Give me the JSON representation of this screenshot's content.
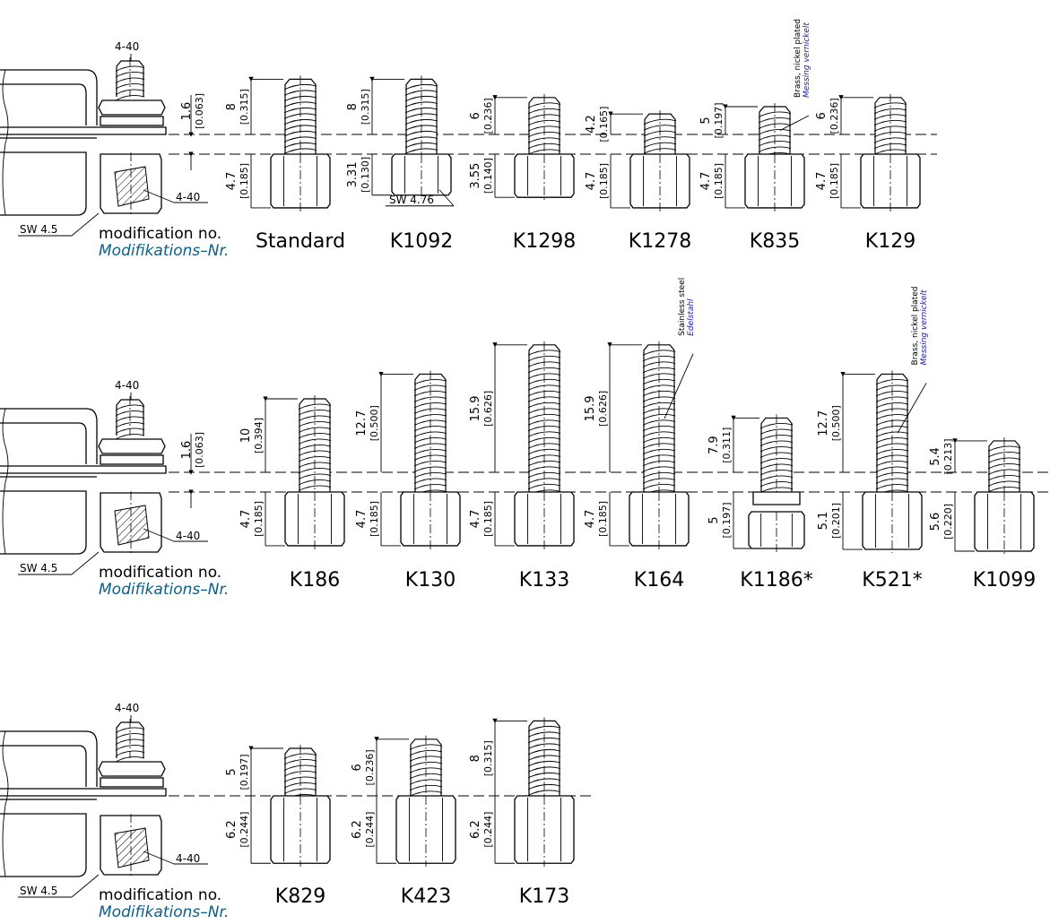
{
  "thread_label": "4-40",
  "wrench_label": "SW 4.5",
  "washer_dim": {
    "mm": "1.6",
    "inch": "[0.063]"
  },
  "modification_label_en": "modification no.",
  "modification_label_de": "Modifikations–Nr.",
  "colors": {
    "line": "#000000",
    "german_label": "#0b5f8a",
    "german_note": "#1a1aa8"
  },
  "rows": [
    {
      "parts": [
        {
          "model": "Standard",
          "thread_mm": "8",
          "thread_in": "[0.315]",
          "hex_mm": "4.7",
          "hex_in": "[0.185]"
        },
        {
          "model": "K1092",
          "thread_mm": "8",
          "thread_in": "[0.315]",
          "hex_mm": "3.31",
          "hex_in": "[0.130]",
          "wrench_note": "SW  4.76"
        },
        {
          "model": "K1298",
          "thread_mm": "6",
          "thread_in": "[0.236]",
          "hex_mm": "3.55",
          "hex_in": "[0.140]"
        },
        {
          "model": "K1278",
          "thread_mm": "4.2",
          "thread_in": "[0.165]",
          "hex_mm": "4.7",
          "hex_in": "[0.185]"
        },
        {
          "model": "K835",
          "thread_mm": "5",
          "thread_in": "[0.197]",
          "hex_mm": "4.7",
          "hex_in": "[0.185]",
          "material_en": "Brass, nickel plated",
          "material_de": "Messing vernickelt"
        },
        {
          "model": "K129",
          "thread_mm": "6",
          "thread_in": "[0.236]",
          "hex_mm": "4.7",
          "hex_in": "[0.185]"
        }
      ]
    },
    {
      "parts": [
        {
          "model": "K186",
          "thread_mm": "10",
          "thread_in": "[0.394]",
          "hex_mm": "4.7",
          "hex_in": "[0.185]"
        },
        {
          "model": "K130",
          "thread_mm": "12.7",
          "thread_in": "[0.500]",
          "hex_mm": "4.7",
          "hex_in": "[0.185]"
        },
        {
          "model": "K133",
          "thread_mm": "15.9",
          "thread_in": "[0.626]",
          "hex_mm": "4.7",
          "hex_in": "[0.185]"
        },
        {
          "model": "K164",
          "thread_mm": "15.9",
          "thread_in": "[0.626]",
          "hex_mm": "4.7",
          "hex_in": "[0.185]",
          "material_en": "Stainless steel",
          "material_de": "Edelstahl"
        },
        {
          "model": "K1186*",
          "thread_mm": "7.9",
          "thread_in": "[0.311]",
          "hex_mm": "5",
          "hex_in": "[0.197]"
        },
        {
          "model": "K521*",
          "thread_mm": "12.7",
          "thread_in": "[0.500]",
          "hex_mm": "5.1",
          "hex_in": "[0.201]",
          "material_en": "Brass, nickel plated",
          "material_de": "Messing vernickelt"
        },
        {
          "model": "K1099",
          "thread_mm": "5.4",
          "thread_in": "[0.213]",
          "hex_mm": "5.6",
          "hex_in": "[0.220]"
        }
      ]
    },
    {
      "parts": [
        {
          "model": "K829",
          "thread_mm": "5",
          "thread_in": "[0.197]",
          "hex_mm": "6.2",
          "hex_in": "[0.244]"
        },
        {
          "model": "K423",
          "thread_mm": "6",
          "thread_in": "[0.236]",
          "hex_mm": "6.2",
          "hex_in": "[0.244]"
        },
        {
          "model": "K173",
          "thread_mm": "8",
          "thread_in": "[0.315]",
          "hex_mm": "6.2",
          "hex_in": "[0.244]"
        }
      ]
    }
  ]
}
